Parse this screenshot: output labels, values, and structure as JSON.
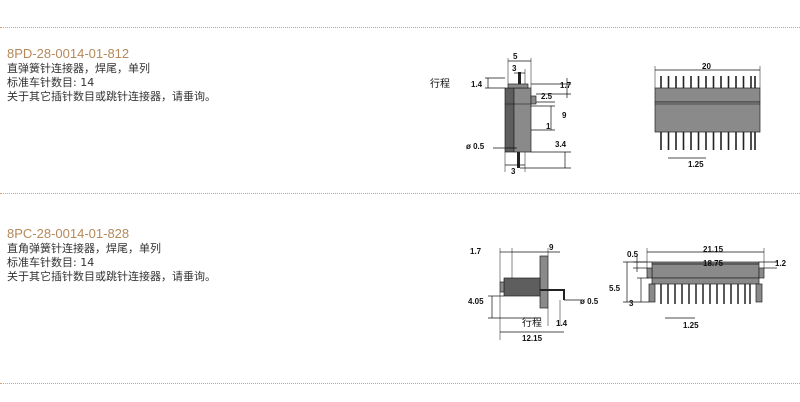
{
  "products": [
    {
      "code": "8PD-28-0014-01-812",
      "description": "直弹簧针连接器，焊尾，单列",
      "pin_count_label": "标准车针数目",
      "pin_count": "14",
      "inquiry": "关于其它插针数目或跳针连接器，请垂询。",
      "side_view": {
        "stroke_label": "行程",
        "dims": [
          "5",
          "3",
          "1.4",
          "1.7",
          "2.5",
          "9",
          "1",
          "ø 0.5",
          "3.4",
          "3"
        ]
      },
      "front_view": {
        "dims": [
          "20",
          "1.25"
        ]
      }
    },
    {
      "code": "8PC-28-0014-01-828",
      "description": "直角弹簧针连接器，焊尾，单列",
      "pin_count_label": "标准车针数目",
      "pin_count": "14",
      "inquiry": "关于其它插针数目或跳针连接器，请垂询。",
      "side_view": {
        "stroke_label": "行程",
        "dims": [
          "1.7",
          "9",
          "4.05",
          "ø 0.5",
          "1.4",
          "12.15"
        ]
      },
      "front_view": {
        "dims": [
          "0.5",
          "21.15",
          "18.75",
          "1.2",
          "5.5",
          "3",
          "1.25"
        ]
      }
    }
  ]
}
